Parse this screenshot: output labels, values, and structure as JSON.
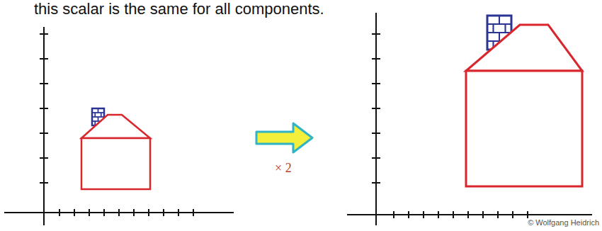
{
  "diagram": {
    "labels": [
      "this scalar is the same for all components.",
      "× 2",
      "© Wolfgang Heidrich"
    ]
  }
}
